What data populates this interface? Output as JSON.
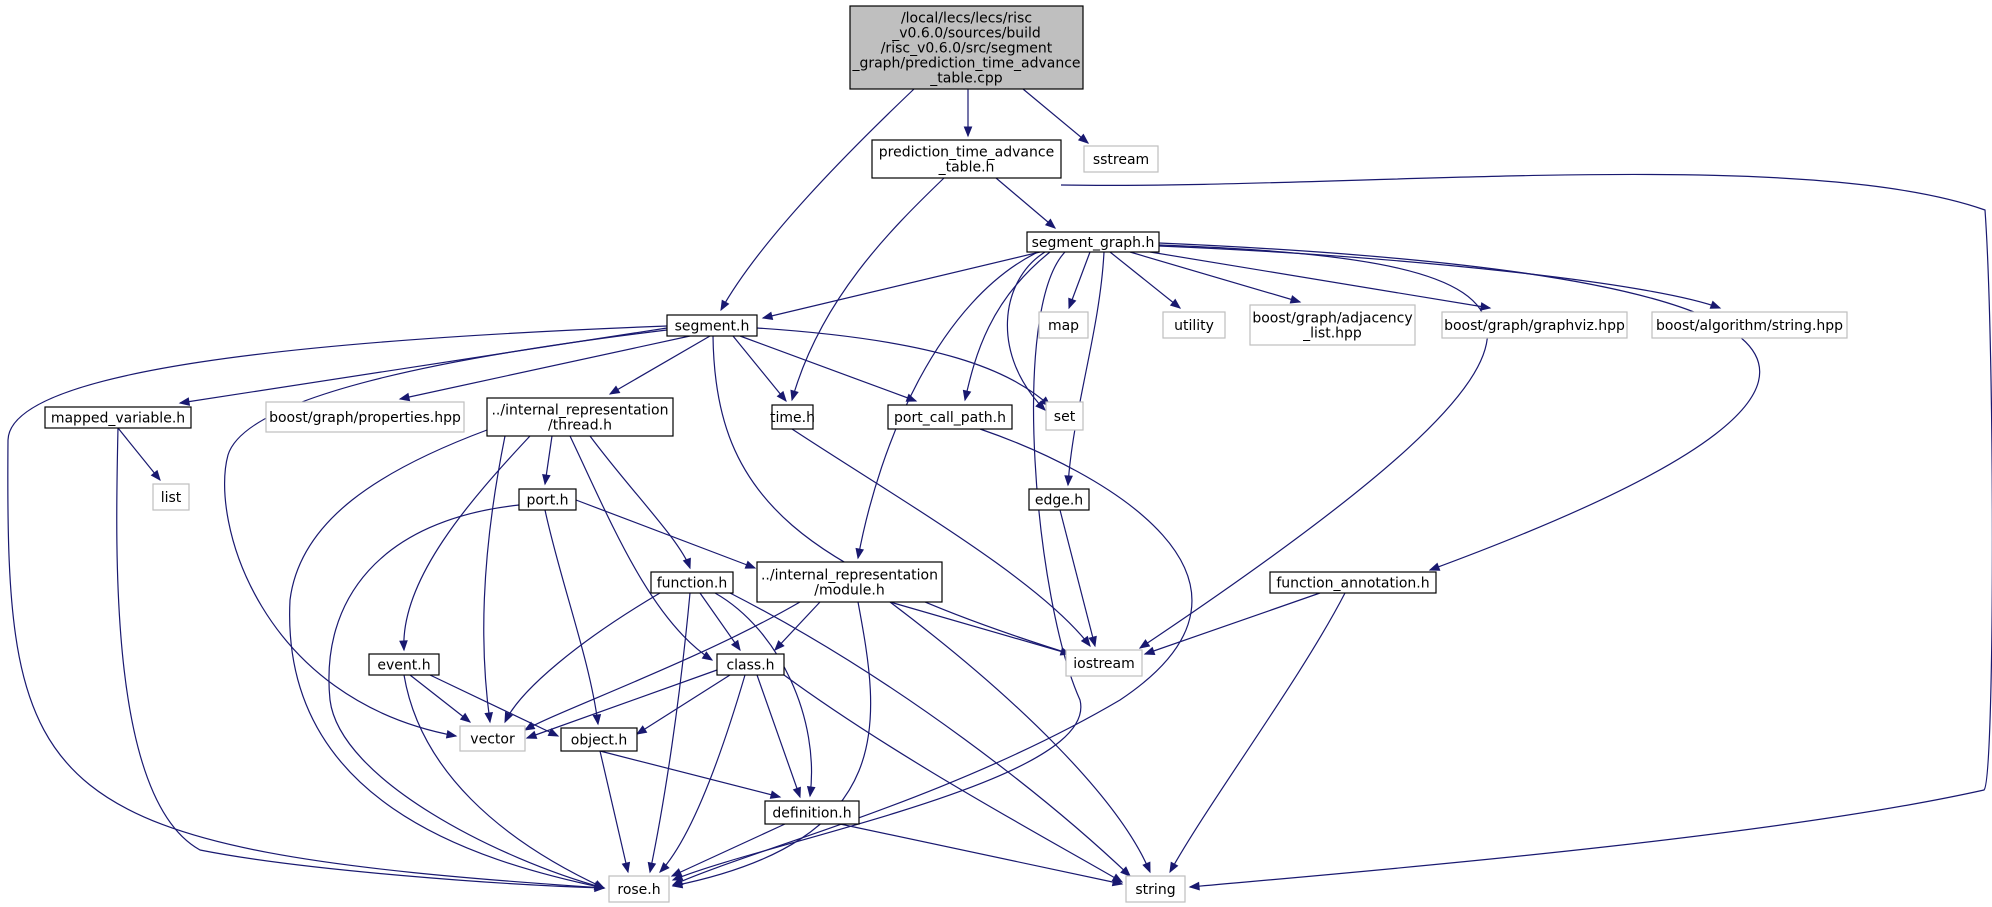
{
  "diagram": {
    "type": "include-dependency-graph",
    "colors": {
      "edge": "#191970",
      "root_fill": "#bfbfbf",
      "node_border": "#000000",
      "external_border": "#bfbfbf"
    },
    "nodes": [
      {
        "id": "root",
        "kind": "root",
        "lines": [
          "/local/lecs/lecs/risc",
          "_v0.6.0/sources/build",
          "/risc_v0.6.0/src/segment",
          "_graph/prediction_time_advance",
          "_table.cpp"
        ]
      },
      {
        "id": "ptat_h",
        "kind": "internal",
        "lines": [
          "prediction_time_advance",
          "_table.h"
        ]
      },
      {
        "id": "sstream",
        "kind": "external",
        "lines": [
          "sstream"
        ]
      },
      {
        "id": "segment_graph_h",
        "kind": "internal",
        "lines": [
          "segment_graph.h"
        ]
      },
      {
        "id": "segment_h",
        "kind": "internal",
        "lines": [
          "segment.h"
        ]
      },
      {
        "id": "map",
        "kind": "external",
        "lines": [
          "map"
        ]
      },
      {
        "id": "utility",
        "kind": "external",
        "lines": [
          "utility"
        ]
      },
      {
        "id": "adjacency",
        "kind": "external",
        "lines": [
          "boost/graph/adjacency",
          "_list.hpp"
        ]
      },
      {
        "id": "graphviz",
        "kind": "external",
        "lines": [
          "boost/graph/graphviz.hpp"
        ]
      },
      {
        "id": "algstring",
        "kind": "external",
        "lines": [
          "boost/algorithm/string.hpp"
        ]
      },
      {
        "id": "mapped_variable_h",
        "kind": "internal",
        "lines": [
          "mapped_variable.h"
        ]
      },
      {
        "id": "properties",
        "kind": "external",
        "lines": [
          "boost/graph/properties.hpp"
        ]
      },
      {
        "id": "thread_h",
        "kind": "internal",
        "lines": [
          "../internal_representation",
          "/thread.h"
        ]
      },
      {
        "id": "time_h",
        "kind": "internal",
        "lines": [
          "time.h"
        ]
      },
      {
        "id": "port_call_path_h",
        "kind": "internal",
        "lines": [
          "port_call_path.h"
        ]
      },
      {
        "id": "set",
        "kind": "external",
        "lines": [
          "set"
        ]
      },
      {
        "id": "list",
        "kind": "external",
        "lines": [
          "list"
        ]
      },
      {
        "id": "port_h",
        "kind": "internal",
        "lines": [
          "port.h"
        ]
      },
      {
        "id": "edge_h",
        "kind": "internal",
        "lines": [
          "edge.h"
        ]
      },
      {
        "id": "function_h",
        "kind": "internal",
        "lines": [
          "function.h"
        ]
      },
      {
        "id": "module_h",
        "kind": "internal",
        "lines": [
          "../internal_representation",
          "/module.h"
        ]
      },
      {
        "id": "function_annotation_h",
        "kind": "internal",
        "lines": [
          "function_annotation.h"
        ]
      },
      {
        "id": "event_h",
        "kind": "internal",
        "lines": [
          "event.h"
        ]
      },
      {
        "id": "class_h",
        "kind": "internal",
        "lines": [
          "class.h"
        ]
      },
      {
        "id": "iostream",
        "kind": "external",
        "lines": [
          "iostream"
        ]
      },
      {
        "id": "vector",
        "kind": "external",
        "lines": [
          "vector"
        ]
      },
      {
        "id": "object_h",
        "kind": "internal",
        "lines": [
          "object.h"
        ]
      },
      {
        "id": "definition_h",
        "kind": "internal",
        "lines": [
          "definition.h"
        ]
      },
      {
        "id": "rose_h",
        "kind": "external",
        "lines": [
          "rose.h"
        ]
      },
      {
        "id": "string",
        "kind": "external",
        "lines": [
          "string"
        ]
      }
    ]
  }
}
